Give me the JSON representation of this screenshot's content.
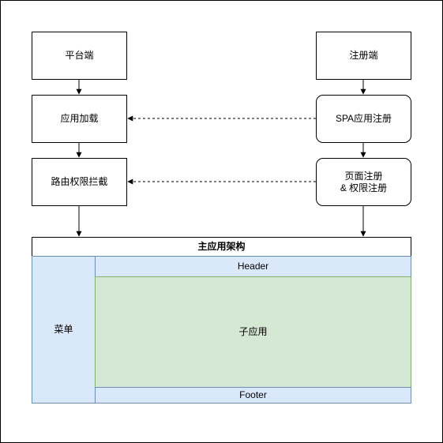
{
  "diagram": {
    "platform": "平台端",
    "registry": "注册端",
    "app_loading": "应用加载",
    "spa_register": "SPA应用注册",
    "route_intercept": "路由权限拦截",
    "page_register_line1": "页面注册",
    "page_register_line2": "& 权限注册",
    "main_framework": "主应用架构",
    "menu": "菜单",
    "header": "Header",
    "sub_app": "子应用",
    "footer": "Footer"
  },
  "colors": {
    "menu_fill": "#dae8fc",
    "menu_border": "#6c8ebf",
    "content_fill": "#d5e8d4",
    "content_border": "#82b366"
  }
}
